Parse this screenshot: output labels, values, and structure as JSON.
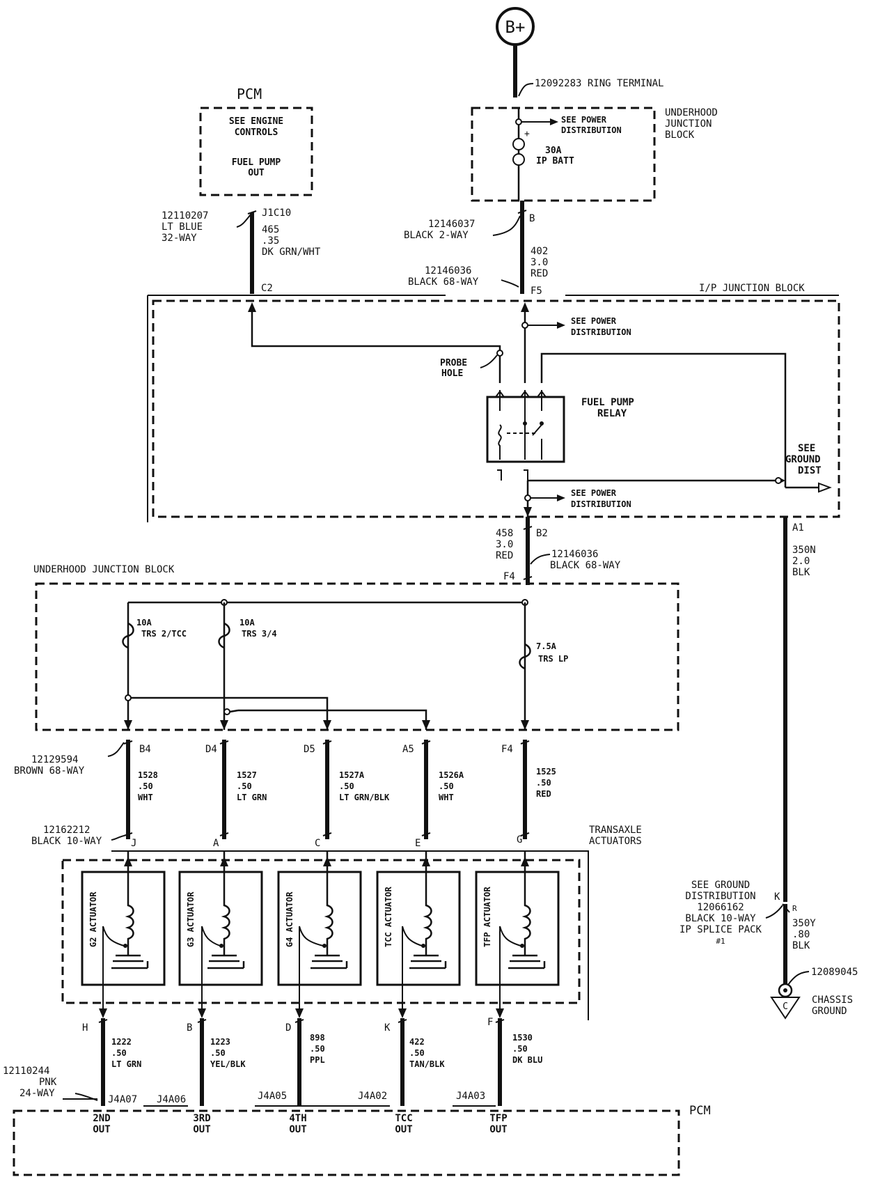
{
  "battery": {
    "label": "B+"
  },
  "ring_terminal": "12092283 RING TERMINAL",
  "pcm_top": {
    "title": "PCM",
    "line1": "SEE ENGINE",
    "line2": "CONTROLS",
    "line3": "FUEL PUMP",
    "line4": "OUT"
  },
  "underhood_block_top": {
    "line1": "UNDERHOOD",
    "line2": "JUNCTION",
    "line3": "BLOCK",
    "see_power": [
      "SEE POWER",
      "DISTRIBUTION"
    ],
    "fuse": [
      "30A",
      "IP BATT"
    ]
  },
  "conn_pcm": {
    "part": "12110207",
    "color": "LT BLUE",
    "way": "32-WAY",
    "pin": "J1C10",
    "circuit": "465",
    "gauge": ".35",
    "wire_color": "DK GRN/WHT",
    "c2": "C2"
  },
  "conn_b": {
    "part": "12146037",
    "desc": "BLACK 2-WAY",
    "pin": "B",
    "circuit": "402",
    "gauge": "3.0",
    "wire_color": "RED"
  },
  "conn_f5": {
    "part": "12146036",
    "desc": "BLACK 68-WAY",
    "pin": "F5"
  },
  "ip_junction_block": {
    "title": "I/P JUNCTION BLOCK",
    "see_power_top": [
      "SEE POWER",
      "DISTRIBUTION"
    ],
    "probe_hole": [
      "PROBE",
      "HOLE"
    ],
    "relay": [
      "FUEL PUMP",
      "RELAY"
    ],
    "see_ground": [
      "SEE",
      "GROUND",
      "DIST"
    ],
    "see_power_bottom": [
      "SEE POWER",
      "DISTRIBUTION"
    ]
  },
  "conn_b2": {
    "circuit": "458",
    "gauge": "3.0",
    "wire_color": "RED",
    "pin": "B2",
    "part": "12146036",
    "desc": "BLACK 68-WAY",
    "f4": "F4"
  },
  "conn_a1": {
    "pin": "A1",
    "circuit": "350N",
    "gauge": "2.0",
    "wire_color": "BLK"
  },
  "underhood_block_mid": {
    "title": "UNDERHOOD JUNCTION BLOCK",
    "fuse1": [
      "10A",
      "TRS 2/TCC"
    ],
    "fuse2": [
      "10A",
      "TRS 3/4"
    ],
    "fuse3": [
      "7.5A",
      "TRS LP"
    ]
  },
  "conn_brown": {
    "part": "12129594",
    "desc": "BROWN 68-WAY"
  },
  "mid_wires": [
    {
      "pin": "B4",
      "circuit": "1528",
      "gauge": ".50",
      "color": "WHT",
      "act_pin": "J"
    },
    {
      "pin": "D4",
      "circuit": "1527",
      "gauge": ".50",
      "color": "LT GRN",
      "act_pin": "A"
    },
    {
      "pin": "D5",
      "circuit": "1527A",
      "gauge": ".50",
      "color": "LT GRN/BLK",
      "act_pin": "C"
    },
    {
      "pin": "A5",
      "circuit": "1526A",
      "gauge": ".50",
      "color": "WHT",
      "act_pin": "E"
    },
    {
      "pin": "F4",
      "circuit": "1525",
      "gauge": ".50",
      "color": "RED",
      "act_pin": "G"
    }
  ],
  "conn_actuator": {
    "part": "12162212",
    "desc": "BLACK 10-WAY",
    "title": [
      "TRANSAXLE",
      "ACTUATORS"
    ]
  },
  "actuators": [
    "G2 ACTUATOR",
    "G3 ACTUATOR",
    "G4 ACTUATOR",
    "TCC ACTUATOR",
    "TFP ACTUATOR"
  ],
  "bottom_wires": [
    {
      "pin": "H",
      "circuit": "1222",
      "gauge": ".50",
      "color": "LT GRN",
      "pcm_pin": "J4A07",
      "out": [
        "2ND",
        "OUT"
      ]
    },
    {
      "pin": "B",
      "circuit": "1223",
      "gauge": ".50",
      "color": "YEL/BLK",
      "pcm_pin": "J4A06",
      "out": [
        "3RD",
        "OUT"
      ]
    },
    {
      "pin": "D",
      "circuit": "898",
      "gauge": ".50",
      "color": "PPL",
      "pcm_pin": "J4A05",
      "out": [
        "4TH",
        "OUT"
      ]
    },
    {
      "pin": "K",
      "circuit": "422",
      "gauge": ".50",
      "color": "TAN/BLK",
      "pcm_pin": "J4A02",
      "out": [
        "TCC",
        "OUT"
      ]
    },
    {
      "pin": "F",
      "circuit": "1530",
      "gauge": ".50",
      "color": "DK BLU",
      "pcm_pin": "J4A03",
      "out": [
        "TFP",
        "OUT"
      ]
    }
  ],
  "conn_pnk": {
    "part": "12110244",
    "color": "PNK",
    "way": "24-WAY"
  },
  "pcm_bottom": {
    "title": "PCM"
  },
  "ground_splice": {
    "line1": "SEE GROUND",
    "line2": "DISTRIBUTION",
    "line3": "12066162",
    "line4": "BLACK 10-WAY",
    "line5": "IP SPLICE PACK",
    "line6": "#1",
    "pin_k": "K",
    "pin_r": "R",
    "circuit": "350Y",
    "gauge": ".80",
    "wire_color": "BLK"
  },
  "chassis_ground": {
    "part": "12089045",
    "letter": "C",
    "line1": "CHASSIS",
    "line2": "GROUND"
  }
}
